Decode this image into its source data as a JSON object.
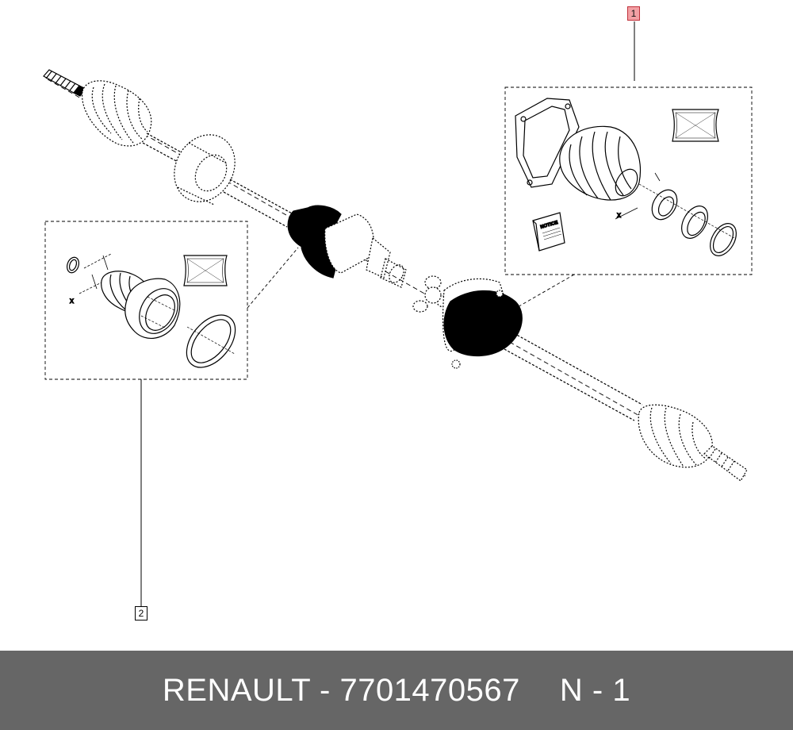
{
  "callouts": [
    {
      "number": "1",
      "color": "#f2a0a4"
    },
    {
      "number": "2"
    }
  ],
  "dimension_labels": {
    "left_kit": "x",
    "right_kit": "x"
  },
  "booklet_text": "NOTICE",
  "footer": {
    "brand_part": "RENAULT - 7701470567",
    "suffix": "N - 1",
    "background": "#666666"
  }
}
